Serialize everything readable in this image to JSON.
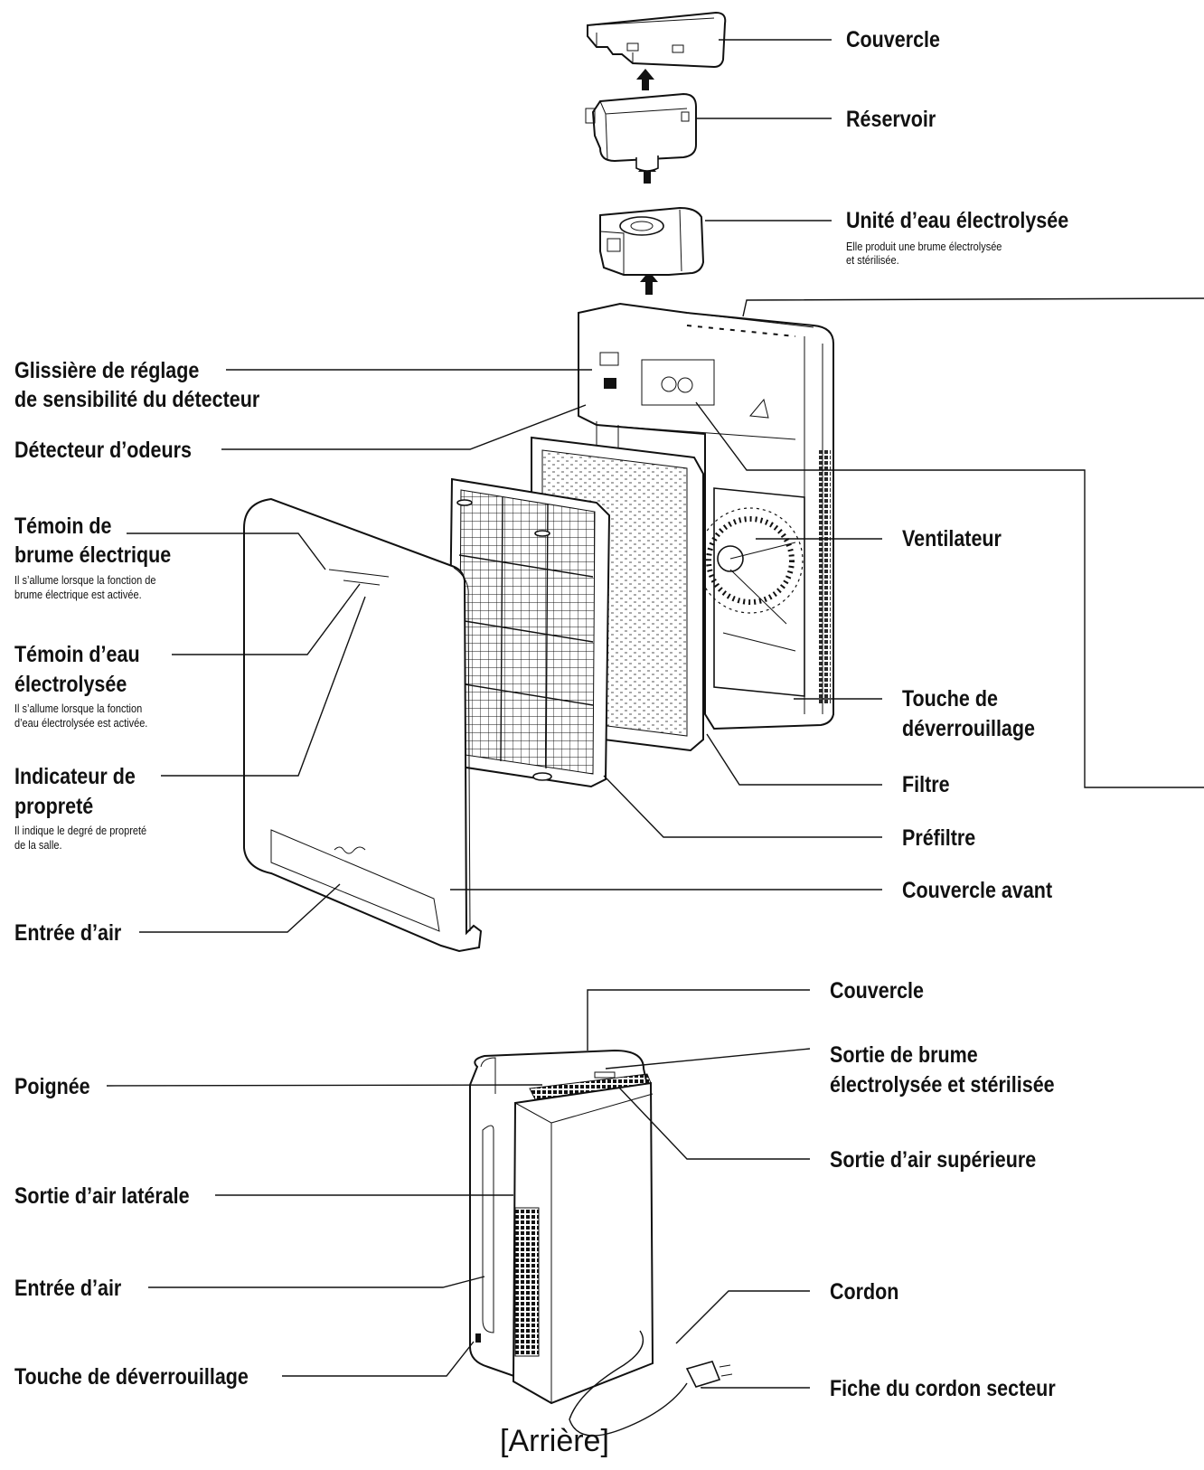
{
  "labels": {
    "couvercle_top": "Couvercle",
    "reservoir": "Réservoir",
    "unite_eau": "Unité d’eau électrolysée",
    "unite_eau_desc_1": "Elle produit une brume électrolysée",
    "unite_eau_desc_2": "et stérilisée.",
    "glissiere_1": "Glissière de réglage",
    "glissiere_2": "de sensibilité du détecteur",
    "detecteur": "Détecteur d’odeurs",
    "temoin_brume_1": "Témoin de",
    "temoin_brume_2": "brume électrique",
    "temoin_brume_desc_1": "Il s’allume lorsque la fonction de",
    "temoin_brume_desc_2": "brume électrique est activée.",
    "temoin_eau_1": "Témoin d’eau",
    "temoin_eau_2": "électrolysée",
    "temoin_eau_desc_1": "Il s’allume lorsque la fonction",
    "temoin_eau_desc_2": "d’eau électrolysée est activée.",
    "indicateur_1": "Indicateur de",
    "indicateur_2": "propreté",
    "indicateur_desc_1": "Il indique le degré de propreté",
    "indicateur_desc_2": "de la salle.",
    "entree_air_front": "Entrée d’air",
    "ventilateur": "Ventilateur",
    "touche_front_1": "Touche de",
    "touche_front_2": "déverrouillage",
    "filtre": "Filtre",
    "prefiltre": "Préfiltre",
    "couvercle_avant": "Couvercle avant",
    "couvercle_rear": "Couvercle",
    "sortie_brume_1": "Sortie de brume",
    "sortie_brume_2": "électrolysée et stérilisée",
    "poignee": "Poignée",
    "sortie_sup": "Sortie d’air supérieure",
    "sortie_lat": "Sortie d’air latérale",
    "entree_air_rear": "Entrée d’air",
    "cordon": "Cordon",
    "touche_rear": "Touche de déverrouillage",
    "fiche": "Fiche du cordon secteur"
  },
  "caption": "[Arrière]",
  "colors": {
    "ink": "#111111",
    "background": "#ffffff"
  }
}
